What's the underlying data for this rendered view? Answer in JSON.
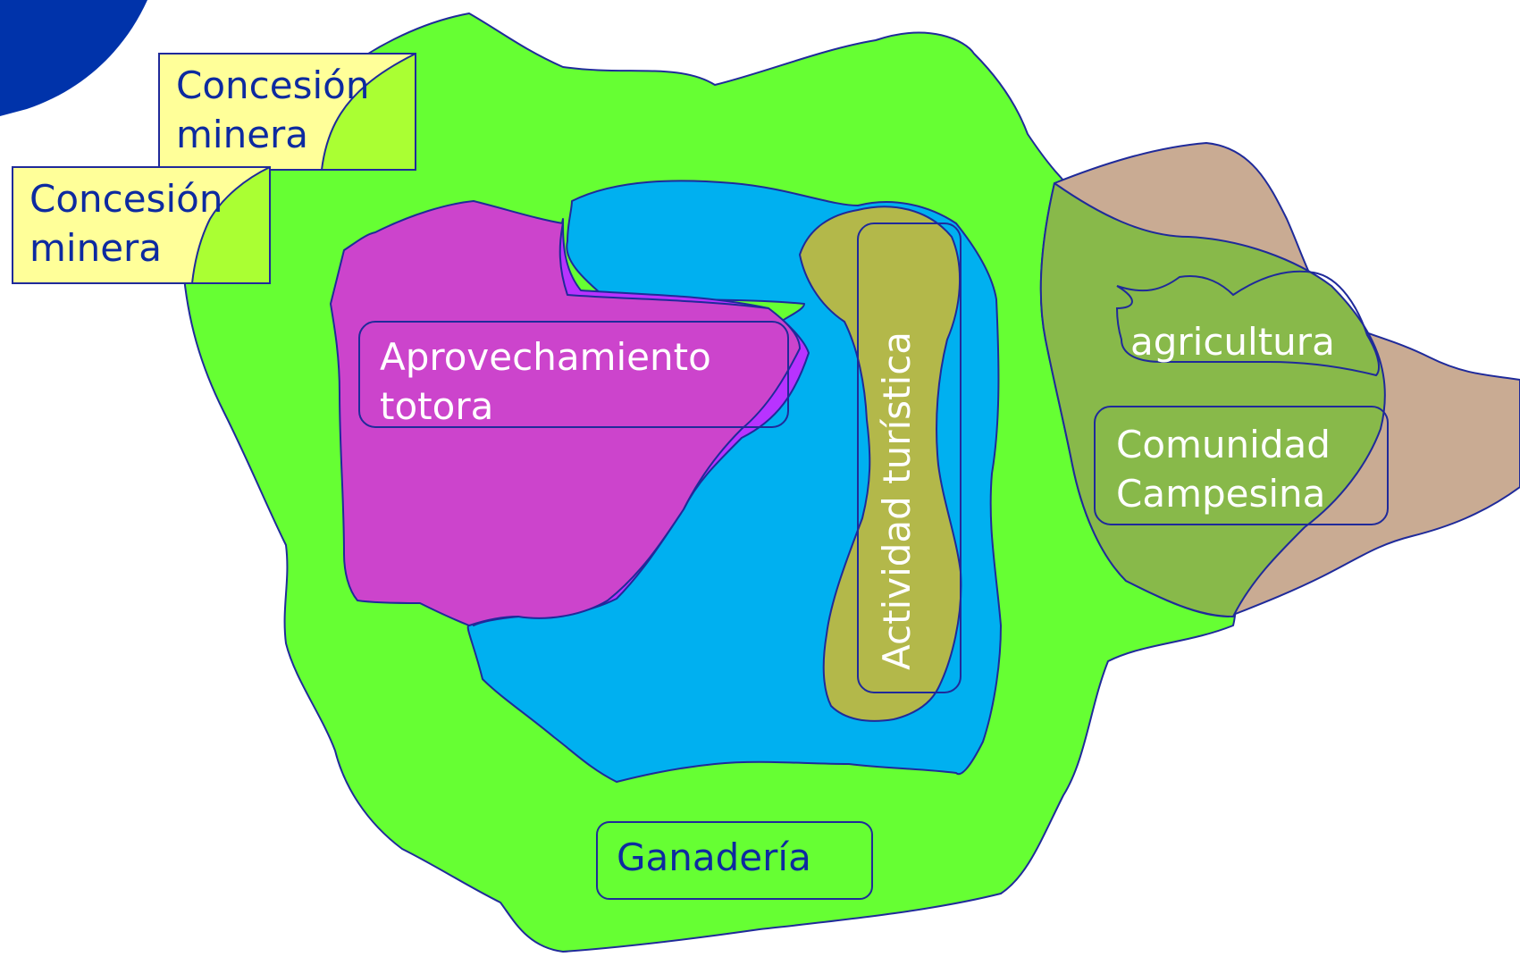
{
  "diagram": {
    "colors": {
      "ganaderia_fill": "#66ff33",
      "lake_fill": "#00b0f0",
      "totora_fill": "#cc44cc",
      "totora_back_fill": "#b833ff",
      "turismo_fill": "#b3b84a",
      "comunidad_fill": "#c9ab93",
      "agricultura_fill": "#88b94a",
      "mining_fill": "#ffff99",
      "outline": "#1f2a9a",
      "corner_accent": "#0033aa",
      "dark_label": "#0d2aa0",
      "light_label": "#ffffff"
    },
    "labels": {
      "mining_1_line1": "Concesión",
      "mining_1_line2": "minera",
      "mining_2_line1": "Concesión",
      "mining_2_line2": "minera",
      "totora_line1": "Aprovechamiento",
      "totora_line2": "totora",
      "turismo": "Actividad turística",
      "agricultura": "agricultura",
      "comunidad_line1": "Comunidad",
      "comunidad_line2": "Campesina",
      "ganaderia": "Ganadería"
    }
  }
}
